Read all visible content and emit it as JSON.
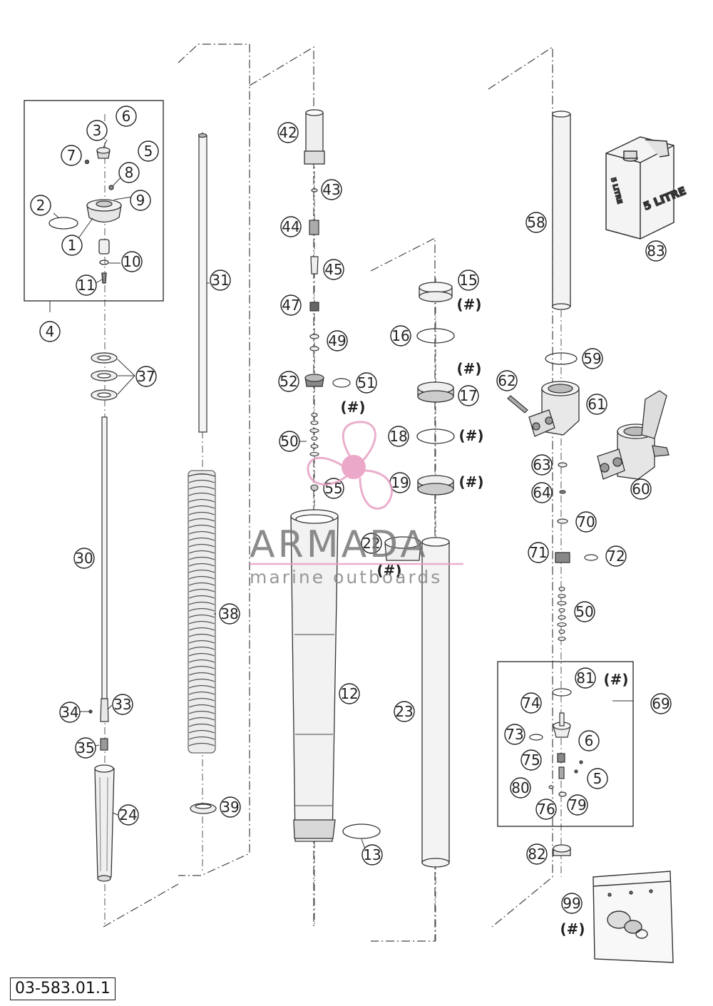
{
  "diagram_code": "03-583.01.1",
  "watermark": {
    "title": "ARMADA",
    "subtitle": "marine outboards"
  },
  "oil_can": {
    "front_label": "5 LITRE",
    "side_label": "5 LITRE"
  },
  "callouts": {
    "c1": "1",
    "c2": "2",
    "c3": "3",
    "c4": "4",
    "c5a": "5",
    "c5b": "5",
    "c6a": "6",
    "c6b": "6",
    "c7": "7",
    "c8": "8",
    "c9": "9",
    "c10": "10",
    "c11": "11",
    "c12": "12",
    "c13": "13",
    "c15": "15",
    "c16": "16",
    "c17": "17",
    "c18": "18",
    "c19": "19",
    "c22": "22",
    "c23": "23",
    "c24": "24",
    "c30": "30",
    "c31": "31",
    "c33": "33",
    "c34": "34",
    "c35": "35",
    "c37": "37",
    "c38": "38",
    "c39": "39",
    "c42": "42",
    "c43": "43",
    "c44": "44",
    "c45": "45",
    "c47": "47",
    "c49": "49",
    "c50a": "50",
    "c50b": "50",
    "c51": "51",
    "c52": "52",
    "c55": "55",
    "c58": "58",
    "c59": "59",
    "c60": "60",
    "c61": "61",
    "c62": "62",
    "c63": "63",
    "c64": "64",
    "c69": "69",
    "c70": "70",
    "c71": "71",
    "c72": "72",
    "c73": "73",
    "c74": "74",
    "c75": "75",
    "c76": "76",
    "c79": "79",
    "c80": "80",
    "c81": "81",
    "c82": "82",
    "c83": "83",
    "c99": "99"
  },
  "hash_marks": {
    "h15": "(#)",
    "h17": "(#)",
    "h18": "(#)",
    "h19": "(#)",
    "h51": "(#)",
    "h22": "(#)",
    "h81": "(#)",
    "h99": "(#)"
  }
}
